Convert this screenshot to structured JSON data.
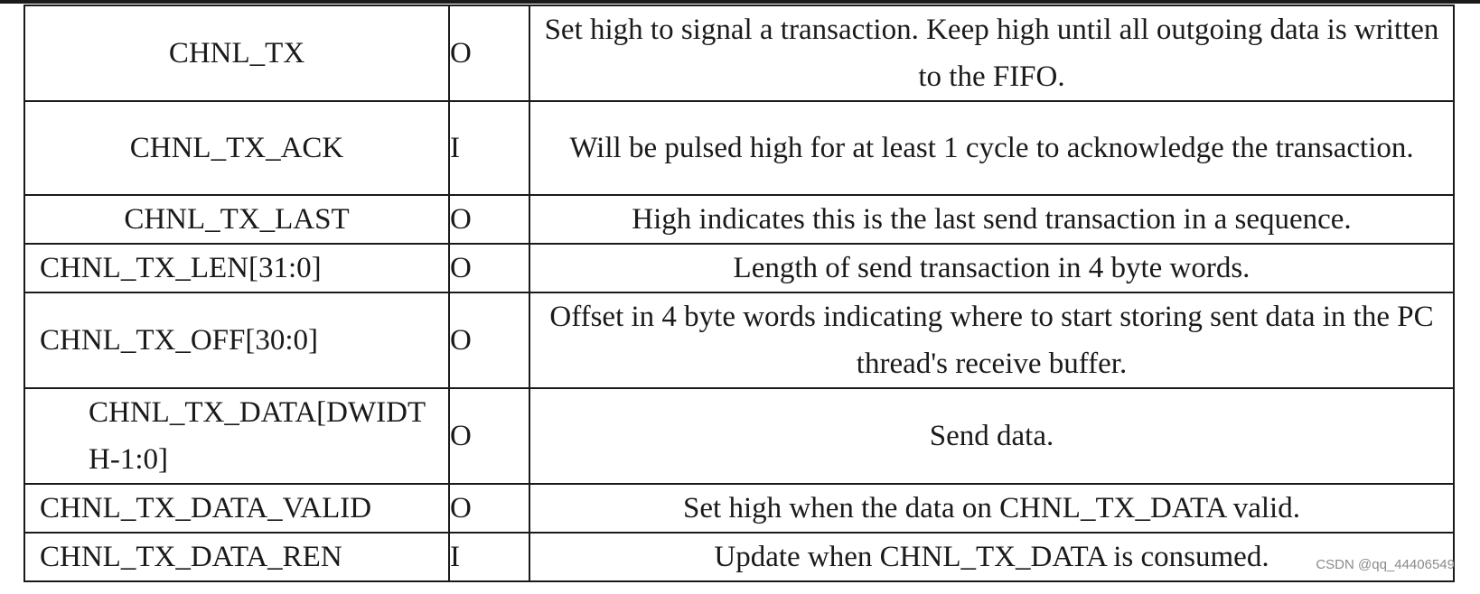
{
  "rows": [
    {
      "name": "CHNL_TX",
      "dir": "O",
      "desc": "Set high to signal a transaction. Keep high until all outgoing data is written to the FIFO."
    },
    {
      "name": "CHNL_TX_ACK",
      "dir": "I",
      "desc": "Will be pulsed high for at least 1 cycle to acknowledge the transaction."
    },
    {
      "name": "CHNL_TX_LAST",
      "dir": "O",
      "desc": "High indicates this is the last send transaction in a sequence."
    },
    {
      "name": "CHNL_TX_LEN[31:0]",
      "dir": "O",
      "desc": "Length of send transaction in 4 byte words."
    },
    {
      "name": "CHNL_TX_OFF[30:0]",
      "dir": "O",
      "desc": "Offset in 4 byte words indicating where to start storing sent data in the PC thread's receive buffer."
    },
    {
      "name": "CHNL_TX_DATA[DWIDTH-1:0]",
      "dir": "O",
      "desc": "Send data."
    },
    {
      "name": "CHNL_TX_DATA_VALID",
      "dir": "O",
      "desc": "Set high when the data on CHNL_TX_DATA valid."
    },
    {
      "name": "CHNL_TX_DATA_REN",
      "dir": "I",
      "desc": "Update when CHNL_TX_DATA is consumed."
    }
  ],
  "watermark": "CSDN @qq_44406549"
}
